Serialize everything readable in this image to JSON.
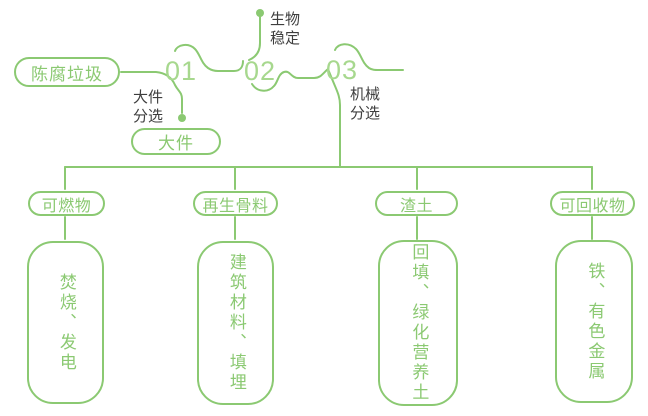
{
  "colors": {
    "line": "#8bc972",
    "num": "#a7d88e",
    "dark": "#3e3e3e"
  },
  "flow": {
    "source": {
      "label": "陈腐垃圾"
    },
    "steps": [
      {
        "number": "01",
        "label": "大件分选",
        "output": "大件"
      },
      {
        "number": "02",
        "label": "生物稳定"
      },
      {
        "number": "03",
        "label": "机械分选"
      }
    ],
    "outputs": [
      {
        "category": "可燃物",
        "detail": "焚烧、发电"
      },
      {
        "category": "再生骨料",
        "detail": "建筑材料、填埋"
      },
      {
        "category": "渣土",
        "detail": "回填、绿化营养土"
      },
      {
        "category": "可回收物",
        "detail": "铁、有色金属"
      }
    ]
  }
}
